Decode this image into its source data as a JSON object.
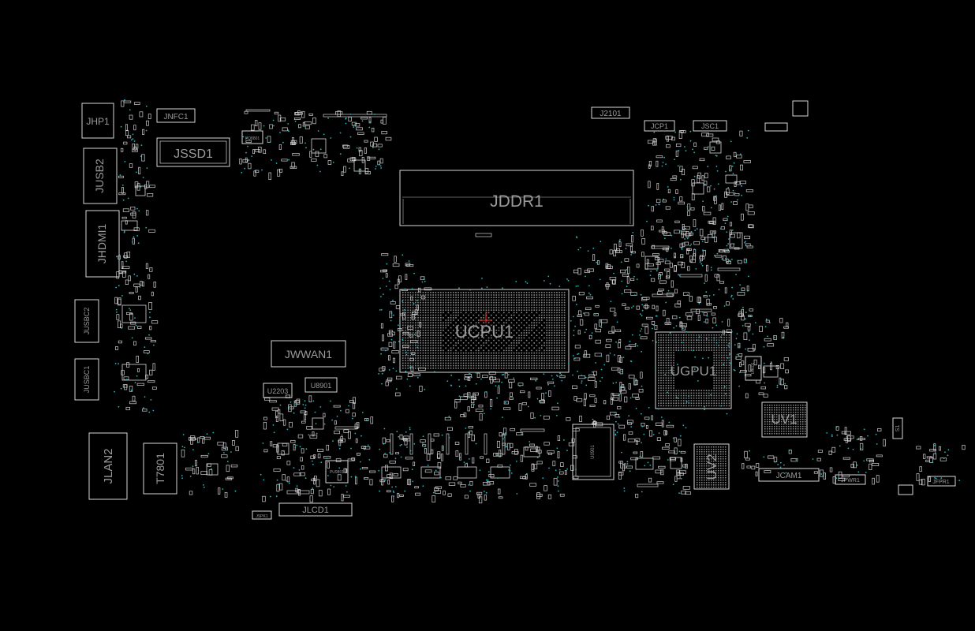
{
  "app": {
    "title": ""
  },
  "colors": {
    "background": "#000000",
    "outline": "#d8d8d8",
    "label": "#9a9a9a",
    "via": "#2bb3b8",
    "cursor": "#ff3030"
  },
  "components": {
    "jhp1": "JHP1",
    "jnfc1": "JNFC1",
    "jssd1": "JSSD1",
    "jusb2": "JUSB2",
    "jhdmi1": "JHDMI1",
    "jusbc2": "JUSBC2",
    "jusbc1": "JUSBC1",
    "jlan2": "JLAN2",
    "t7801": "T7801",
    "jddr1": "JDDR1",
    "ucpu1": "UCPU1",
    "ugpu1": "UGPU1",
    "jwwan1": "JWWAN1",
    "u2203": "U2203",
    "u8901": "U8901",
    "jlcd1": "JLCD1",
    "jspk1": "JSPK1",
    "j2101": "J2101",
    "jcp1": "JCP1",
    "jsc1": "JSC1",
    "uv1": "UV1",
    "uv2": "UV2",
    "jcam1": "JCAM1",
    "jpwr1": "JPWR1",
    "jfpr1": "JFPR1",
    "s1": "S1",
    "pq8801": "PQ8801",
    "pu9801": "PU9801",
    "u0901": "U0901",
    "u0601": "U0601"
  }
}
